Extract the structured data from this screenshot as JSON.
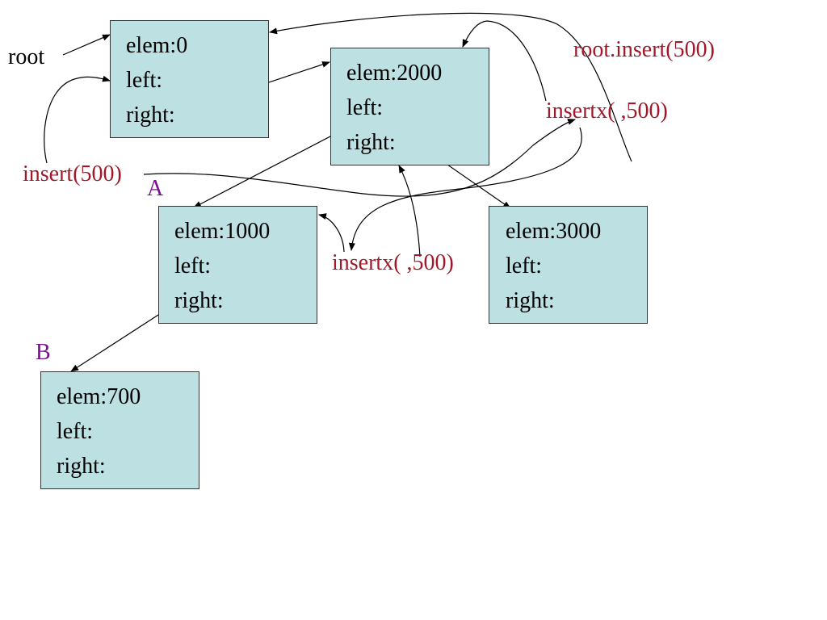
{
  "nodes": [
    {
      "elem": "elem:0",
      "left": "left:",
      "right": "right:"
    },
    {
      "elem": "elem:2000",
      "left": "left:",
      "right": "right:"
    },
    {
      "elem": "elem:1000",
      "left": "left:",
      "right": "right:"
    },
    {
      "elem": "elem:3000",
      "left": "left:",
      "right": "right:"
    },
    {
      "elem": "elem:700",
      "left": "left:",
      "right": "right:"
    }
  ],
  "labels": {
    "root": "root",
    "root_insert": "root.insert(500)",
    "insertx_top": "insertx(  ,500)",
    "insert": "insert(500)",
    "marker_a": "A",
    "insertx_mid": "insertx(  ,500)",
    "marker_b": "B"
  },
  "colors": {
    "node_fill": "#bde0e3",
    "call_text": "#a0192a",
    "marker_text": "#7b0f8f"
  }
}
